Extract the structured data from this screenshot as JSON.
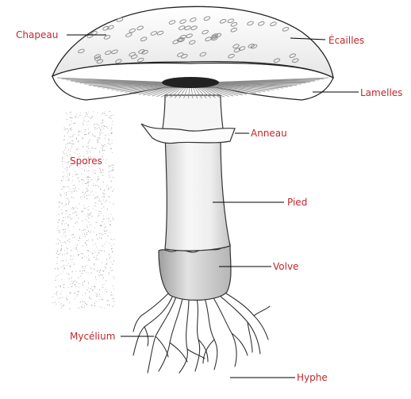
{
  "diagram": {
    "labels": {
      "chapeau": "Chapeau",
      "ecailles": "Écailles",
      "lamelles": "Lamelles",
      "anneau": "Anneau",
      "spores": "Spores",
      "pied": "Pied",
      "volve": "Volve",
      "mycelium": "Mycélium",
      "hyphe": "Hyphe"
    },
    "colors": {
      "label": "#c0272d",
      "leader_line": "#000000",
      "outline": "#222222",
      "cap_fill": "#f4f4f4",
      "gills": "#8a8a8a",
      "stem_shade": "#cfcfcf"
    }
  }
}
